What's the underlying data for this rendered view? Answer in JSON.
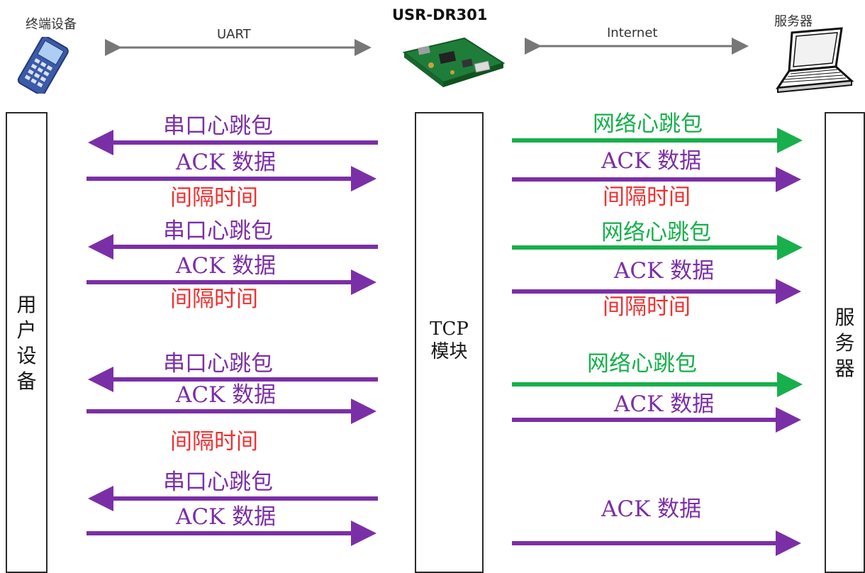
{
  "header": {
    "left_device": "终端设备",
    "uart": "UART",
    "module_title": "USR-DR301",
    "internet": "Internet",
    "right_device": "服务器"
  },
  "columns": {
    "user_device": [
      "用",
      "户",
      "设",
      "备"
    ],
    "tcp_module": [
      "TCP",
      "模块"
    ],
    "server": [
      "服",
      "务",
      "器"
    ]
  },
  "colors": {
    "purple": "#7b2fa6",
    "green": "#17b04c",
    "red": "#f03030",
    "header_arrow": "#777777"
  },
  "left_flow": {
    "serial_heartbeat": "串口心跳包",
    "ack_data": "ACK 数据",
    "interval": "间隔时间"
  },
  "right_flow": {
    "network_heartbeat": "网络心跳包",
    "ack_data": "ACK 数据",
    "interval": "间隔时间"
  }
}
